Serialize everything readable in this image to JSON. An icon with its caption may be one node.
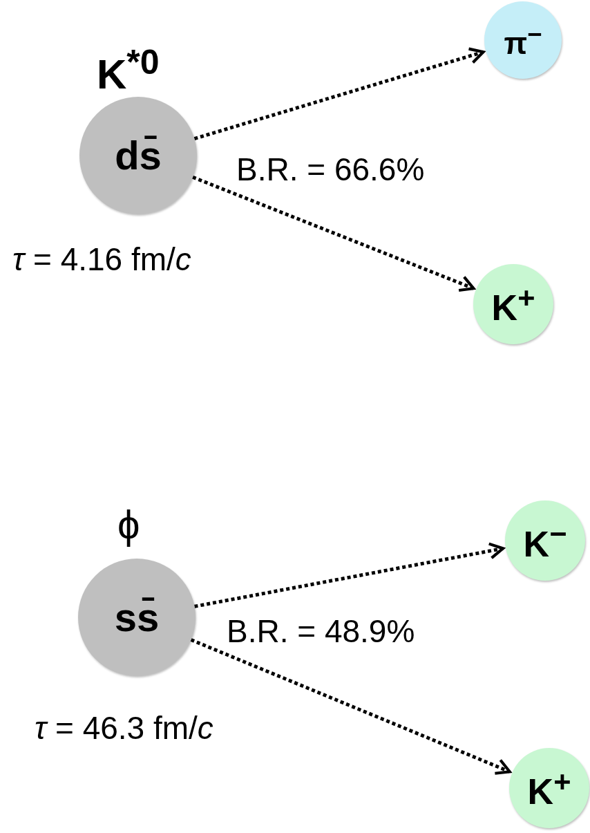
{
  "diagram": {
    "nodes": [
      {
        "text": [
          "K$^{*0}$",
          "ds̄"
        ],
        "beside": [
          "*τ* = 4.16 fm/*c*"
        ]
      },
      {
        "text": [
          "π$^{−}$"
        ]
      },
      {
        "text": [
          "K$^{+}$"
        ]
      },
      {
        "text": [
          "ϕ",
          "ss̄"
        ],
        "beside": [
          "*τ* = 46.3 fm/*c*"
        ]
      },
      {
        "text": [
          "K$^{−}$"
        ]
      },
      {
        "text": [
          "K$^{+}$"
        ]
      }
    ],
    "edges": [
      {
        "from": 0,
        "to": 1,
        "arrow": "to",
        "style": "dashed"
      },
      {
        "from": 0,
        "to": 2,
        "arrow": "to",
        "style": "dashed"
      },
      {
        "from": 3,
        "to": 4,
        "arrow": "to",
        "style": "dashed"
      },
      {
        "from": 3,
        "to": 5,
        "arrow": "to",
        "style": "dashed"
      }
    ],
    "labels": [
      "B.R. = 66.6%",
      "B.R. = 48.9%"
    ]
  }
}
